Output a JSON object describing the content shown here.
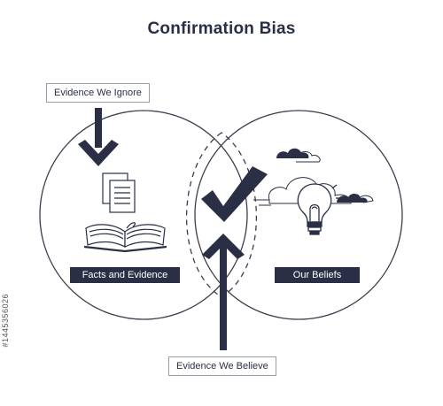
{
  "title": "Confirmation Bias",
  "labels": {
    "evidence_ignore": "Evidence We Ignore",
    "evidence_believe": "Evidence We Believe",
    "facts": "Facts and Evidence",
    "beliefs": "Our Beliefs"
  },
  "stock_id": "#1445356026",
  "colors": {
    "ink": "#2a2f45",
    "outline": "#3a3d4c",
    "box_border": "#9a9ca6"
  },
  "icons": [
    "down-arrow-icon",
    "documents-icon",
    "open-book-icon",
    "checkmark-icon",
    "up-arrow-icon",
    "cloud-icon",
    "lightbulb-icon"
  ]
}
